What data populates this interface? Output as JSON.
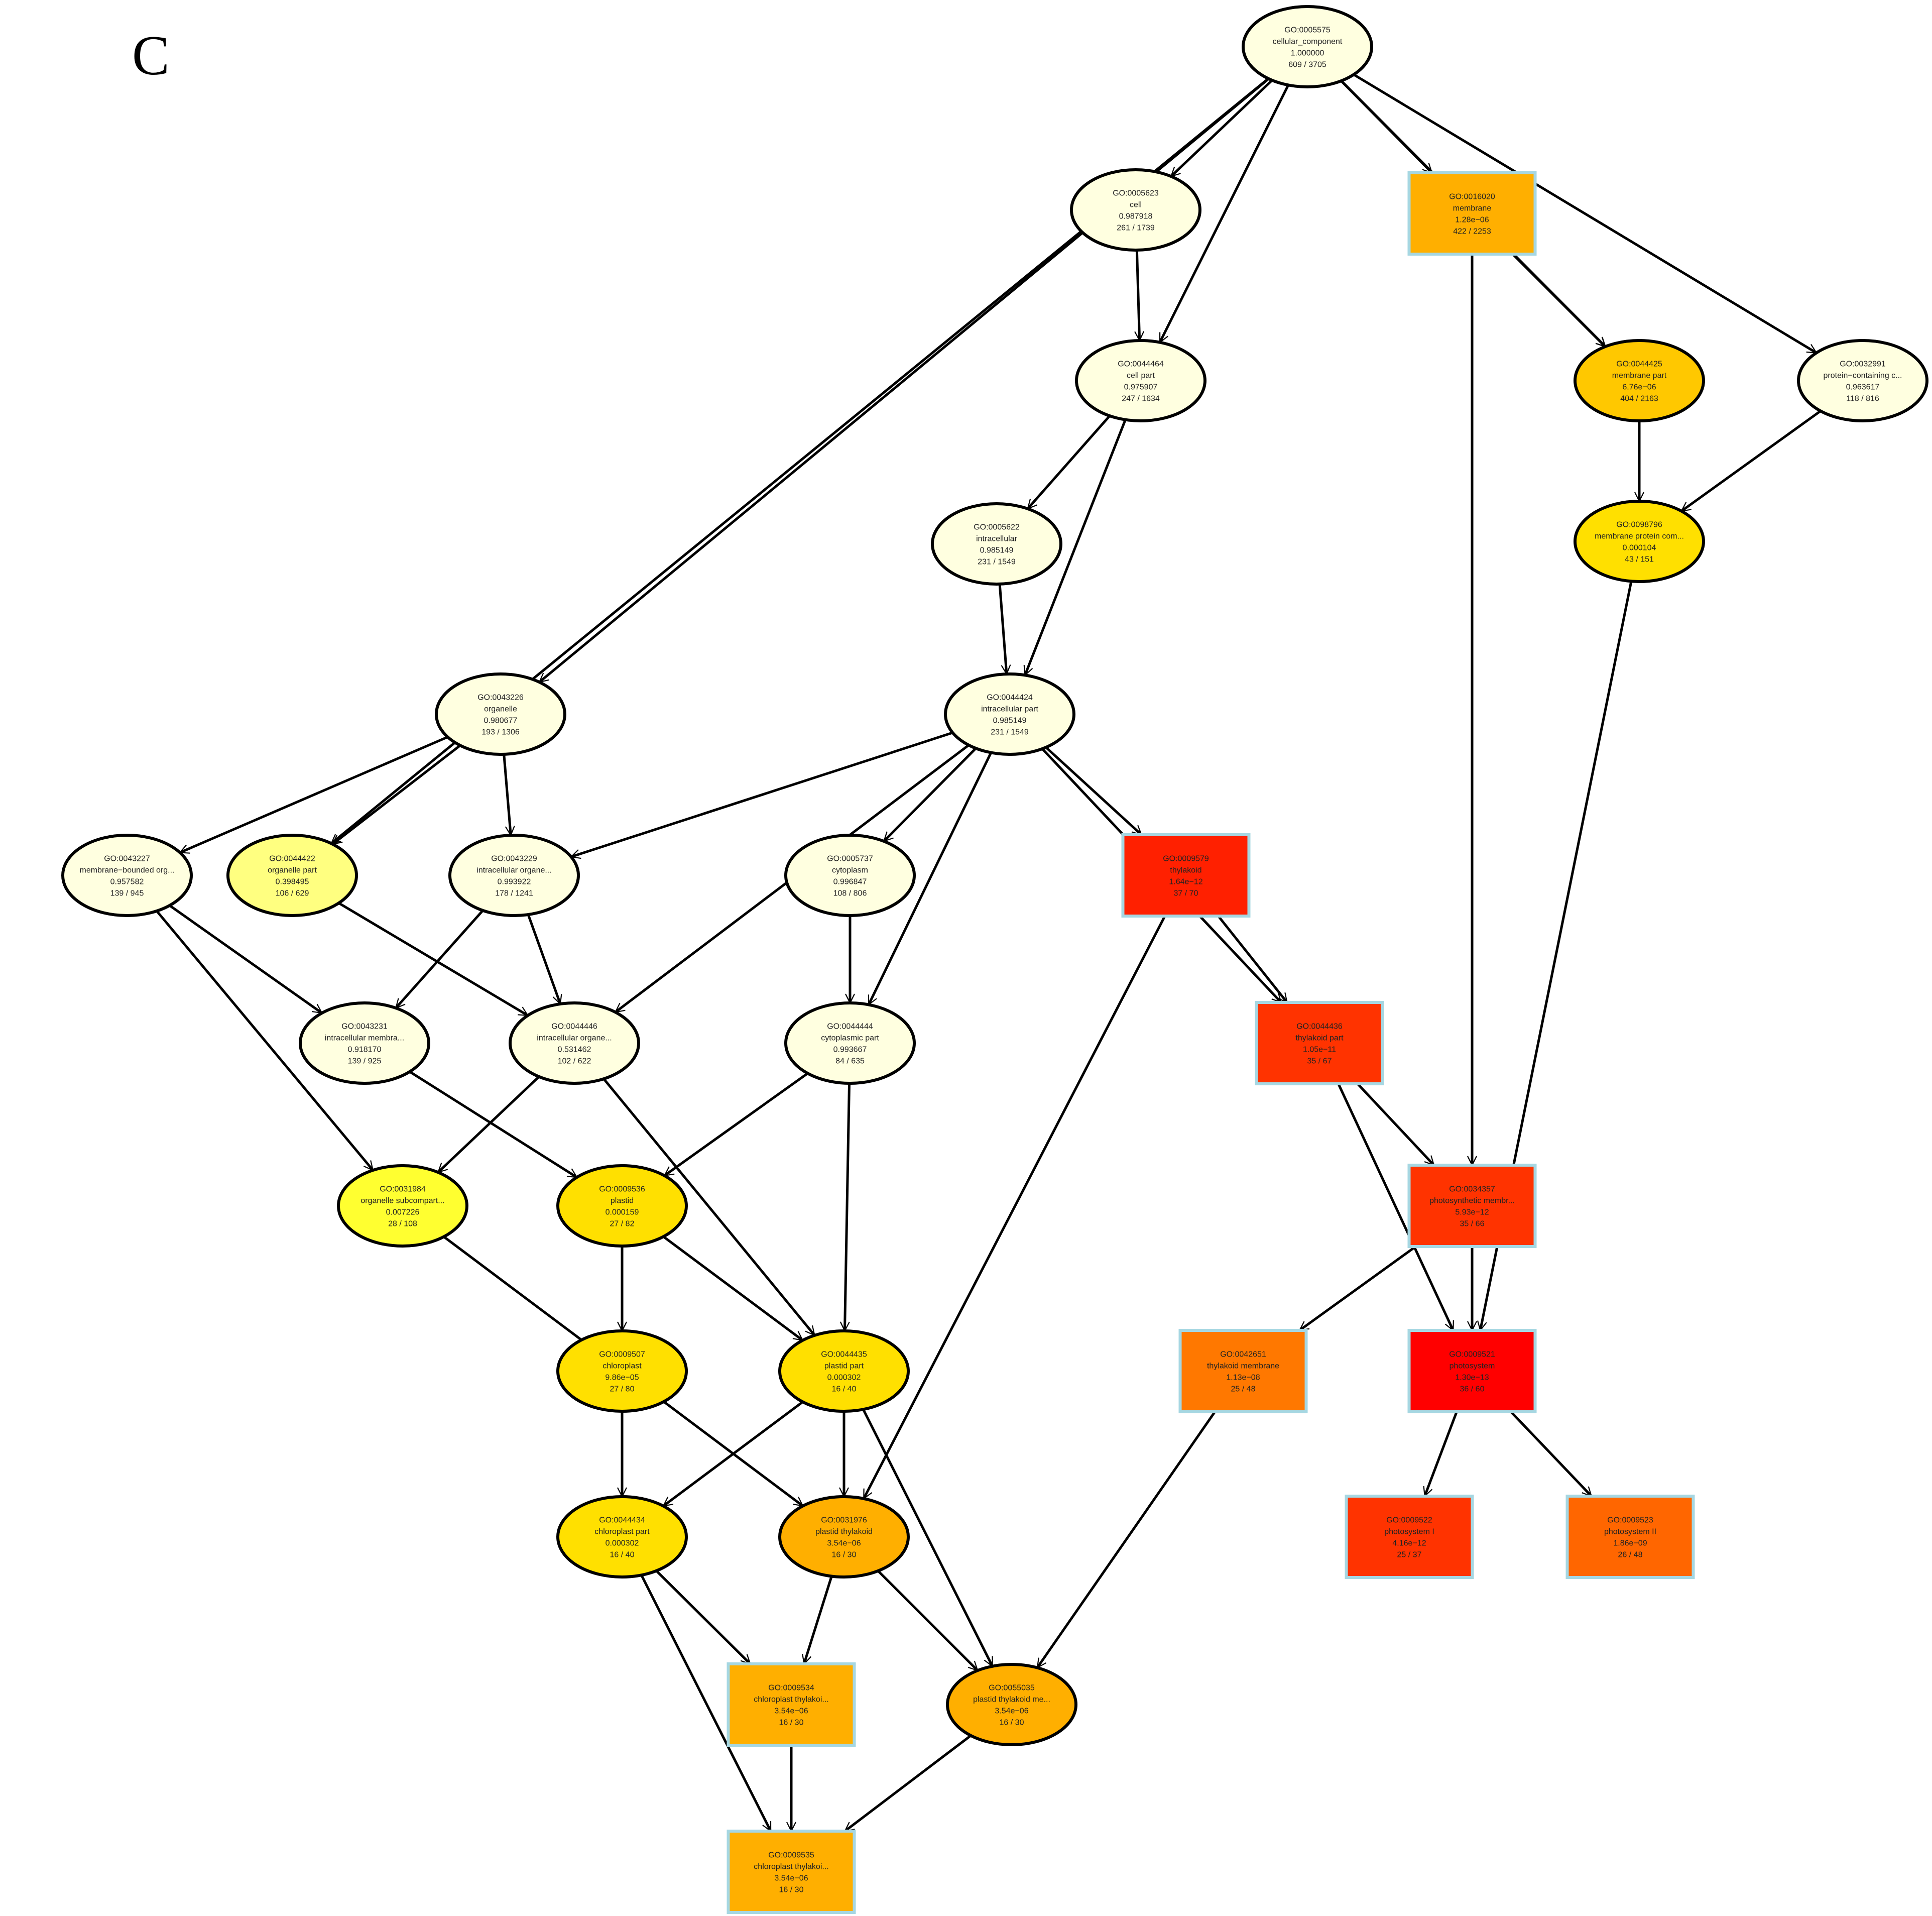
{
  "panel_label": "C",
  "colors": {
    "edge": "#000000",
    "node_stroke": "#000000",
    "box_stroke": "#a6d7e2"
  },
  "nodes": [
    {
      "id": "GO:0005575",
      "name": "cellular_component",
      "p": "1.000000",
      "count": "609 / 3705",
      "shape": "ellipse",
      "fill": "#ffffe0"
    },
    {
      "id": "GO:0005623",
      "name": "cell",
      "p": "0.987918",
      "count": "261 / 1739",
      "shape": "ellipse",
      "fill": "#ffffe0"
    },
    {
      "id": "GO:0016020",
      "name": "membrane",
      "p": "1.28e−06",
      "count": "422 / 2253",
      "shape": "box",
      "fill": "#ffaf00"
    },
    {
      "id": "GO:0044464",
      "name": "cell part",
      "p": "0.975907",
      "count": "247 / 1634",
      "shape": "ellipse",
      "fill": "#ffffe0"
    },
    {
      "id": "GO:0044425",
      "name": "membrane part",
      "p": "6.76e−06",
      "count": "404 / 2163",
      "shape": "ellipse",
      "fill": "#ffc800"
    },
    {
      "id": "GO:0032991",
      "name": "protein−containing c...",
      "p": "0.963617",
      "count": "118 / 816",
      "shape": "ellipse",
      "fill": "#ffffe0"
    },
    {
      "id": "GO:0005622",
      "name": "intracellular",
      "p": "0.985149",
      "count": "231 / 1549",
      "shape": "ellipse",
      "fill": "#ffffe0"
    },
    {
      "id": "GO:0098796",
      "name": "membrane protein com...",
      "p": "0.000104",
      "count": "43 / 151",
      "shape": "ellipse",
      "fill": "#ffe000"
    },
    {
      "id": "GO:0043226",
      "name": "organelle",
      "p": "0.980677",
      "count": "193 / 1306",
      "shape": "ellipse",
      "fill": "#ffffe0"
    },
    {
      "id": "GO:0044424",
      "name": "intracellular part",
      "p": "0.985149",
      "count": "231 / 1549",
      "shape": "ellipse",
      "fill": "#ffffe0"
    },
    {
      "id": "GO:0043227",
      "name": "membrane−bounded org...",
      "p": "0.957582",
      "count": "139 / 945",
      "shape": "ellipse",
      "fill": "#ffffe0"
    },
    {
      "id": "GO:0044422",
      "name": "organelle part",
      "p": "0.398495",
      "count": "106 / 629",
      "shape": "ellipse",
      "fill": "#ffff80"
    },
    {
      "id": "GO:0043229",
      "name": "intracellular organe...",
      "p": "0.993922",
      "count": "178 / 1241",
      "shape": "ellipse",
      "fill": "#ffffe0"
    },
    {
      "id": "GO:0005737",
      "name": "cytoplasm",
      "p": "0.996847",
      "count": "108 / 806",
      "shape": "ellipse",
      "fill": "#ffffe0"
    },
    {
      "id": "GO:0009579",
      "name": "thylakoid",
      "p": "1.64e−12",
      "count": "37 / 70",
      "shape": "box",
      "fill": "#ff2000"
    },
    {
      "id": "GO:0043231",
      "name": "intracellular membra...",
      "p": "0.918170",
      "count": "139 / 925",
      "shape": "ellipse",
      "fill": "#ffffe0"
    },
    {
      "id": "GO:0044446",
      "name": "intracellular organe...",
      "p": "0.531462",
      "count": "102 / 622",
      "shape": "ellipse",
      "fill": "#ffffe0"
    },
    {
      "id": "GO:0044444",
      "name": "cytoplasmic part",
      "p": "0.993667",
      "count": "84 / 635",
      "shape": "ellipse",
      "fill": "#ffffe0"
    },
    {
      "id": "GO:0044436",
      "name": "thylakoid part",
      "p": "1.05e−11",
      "count": "35 / 67",
      "shape": "box",
      "fill": "#ff3300"
    },
    {
      "id": "GO:0031984",
      "name": "organelle subcompart...",
      "p": "0.007226",
      "count": "28 / 108",
      "shape": "ellipse",
      "fill": "#ffff30"
    },
    {
      "id": "GO:0009536",
      "name": "plastid",
      "p": "0.000159",
      "count": "27 / 82",
      "shape": "ellipse",
      "fill": "#ffe000"
    },
    {
      "id": "GO:0034357",
      "name": "photosynthetic membr...",
      "p": "5.93e−12",
      "count": "35 / 66",
      "shape": "box",
      "fill": "#ff3300"
    },
    {
      "id": "GO:0009507",
      "name": "chloroplast",
      "p": "9.86e−05",
      "count": "27 / 80",
      "shape": "ellipse",
      "fill": "#ffe000"
    },
    {
      "id": "GO:0044435",
      "name": "plastid part",
      "p": "0.000302",
      "count": "16 / 40",
      "shape": "ellipse",
      "fill": "#ffe000"
    },
    {
      "id": "GO:0042651",
      "name": "thylakoid membrane",
      "p": "1.13e−08",
      "count": "25 / 48",
      "shape": "box",
      "fill": "#ff7800"
    },
    {
      "id": "GO:0009521",
      "name": "photosystem",
      "p": "1.30e−13",
      "count": "36 / 60",
      "shape": "box",
      "fill": "#ff0000"
    },
    {
      "id": "GO:0044434",
      "name": "chloroplast part",
      "p": "0.000302",
      "count": "16 / 40",
      "shape": "ellipse",
      "fill": "#ffe000"
    },
    {
      "id": "GO:0031976",
      "name": "plastid thylakoid",
      "p": "3.54e−06",
      "count": "16 / 30",
      "shape": "ellipse",
      "fill": "#ffaf00"
    },
    {
      "id": "GO:0009522",
      "name": "photosystem I",
      "p": "4.16e−12",
      "count": "25 / 37",
      "shape": "box",
      "fill": "#ff3300"
    },
    {
      "id": "GO:0009523",
      "name": "photosystem II",
      "p": "1.86e−09",
      "count": "26 / 48",
      "shape": "box",
      "fill": "#ff6600"
    },
    {
      "id": "GO:0009534",
      "name": "chloroplast thylakoi...",
      "p": "3.54e−06",
      "count": "16 / 30",
      "shape": "box",
      "fill": "#ffaf00"
    },
    {
      "id": "GO:0055035",
      "name": "plastid thylakoid me...",
      "p": "3.54e−06",
      "count": "16 / 30",
      "shape": "ellipse",
      "fill": "#ffaf00"
    },
    {
      "id": "GO:0009535",
      "name": "chloroplast thylakoi...",
      "p": "3.54e−06",
      "count": "16 / 30",
      "shape": "box",
      "fill": "#ffaf00"
    }
  ],
  "edges": [
    [
      "GO:0005575",
      "GO:0005623"
    ],
    [
      "GO:0005575",
      "GO:0016020"
    ],
    [
      "GO:0005575",
      "GO:0044464"
    ],
    [
      "GO:0005575",
      "GO:0044425"
    ],
    [
      "GO:0005575",
      "GO:0032991"
    ],
    [
      "GO:0005575",
      "GO:0043226"
    ],
    [
      "GO:0005575",
      "GO:0044422"
    ],
    [
      "GO:0005623",
      "GO:0044464"
    ],
    [
      "GO:0016020",
      "GO:0044425"
    ],
    [
      "GO:0016020",
      "GO:0034357"
    ],
    [
      "GO:0044464",
      "GO:0005622"
    ],
    [
      "GO:0044464",
      "GO:0044424"
    ],
    [
      "GO:0044425",
      "GO:0098796"
    ],
    [
      "GO:0032991",
      "GO:0098796"
    ],
    [
      "GO:0098796",
      "GO:0009521"
    ],
    [
      "GO:0005622",
      "GO:0044424"
    ],
    [
      "GO:0043226",
      "GO:0043227"
    ],
    [
      "GO:0043226",
      "GO:0044422"
    ],
    [
      "GO:0043226",
      "GO:0043229"
    ],
    [
      "GO:0044424",
      "GO:0043229"
    ],
    [
      "GO:0044424",
      "GO:0005737"
    ],
    [
      "GO:0044424",
      "GO:0009579"
    ],
    [
      "GO:0044424",
      "GO:0044446"
    ],
    [
      "GO:0044424",
      "GO:0044444"
    ],
    [
      "GO:0044424",
      "GO:0044436"
    ],
    [
      "GO:0043227",
      "GO:0043231"
    ],
    [
      "GO:0043227",
      "GO:0031984"
    ],
    [
      "GO:0044422",
      "GO:0044446"
    ],
    [
      "GO:0043229",
      "GO:0043231"
    ],
    [
      "GO:0043229",
      "GO:0044446"
    ],
    [
      "GO:0005737",
      "GO:0044444"
    ],
    [
      "GO:0009579",
      "GO:0044436"
    ],
    [
      "GO:0009579",
      "GO:0031976"
    ],
    [
      "GO:0043231",
      "GO:0009536"
    ],
    [
      "GO:0044446",
      "GO:0031984"
    ],
    [
      "GO:0044446",
      "GO:0044435"
    ],
    [
      "GO:0044444",
      "GO:0009536"
    ],
    [
      "GO:0044444",
      "GO:0044435"
    ],
    [
      "GO:0044436",
      "GO:0034357"
    ],
    [
      "GO:0044436",
      "GO:0009521"
    ],
    [
      "GO:0031984",
      "GO:0031976"
    ],
    [
      "GO:0009536",
      "GO:0009507"
    ],
    [
      "GO:0009536",
      "GO:0044435"
    ],
    [
      "GO:0034357",
      "GO:0042651"
    ],
    [
      "GO:0034357",
      "GO:0009521"
    ],
    [
      "GO:0009507",
      "GO:0044434"
    ],
    [
      "GO:0044435",
      "GO:0044434"
    ],
    [
      "GO:0044435",
      "GO:0031976"
    ],
    [
      "GO:0044435",
      "GO:0055035"
    ],
    [
      "GO:0042651",
      "GO:0055035"
    ],
    [
      "GO:0009521",
      "GO:0009522"
    ],
    [
      "GO:0009521",
      "GO:0009523"
    ],
    [
      "GO:0044434",
      "GO:0009534"
    ],
    [
      "GO:0044434",
      "GO:0009535"
    ],
    [
      "GO:0031976",
      "GO:0009534"
    ],
    [
      "GO:0031976",
      "GO:0055035"
    ],
    [
      "GO:0009534",
      "GO:0009535"
    ],
    [
      "GO:0055035",
      "GO:0009535"
    ]
  ]
}
